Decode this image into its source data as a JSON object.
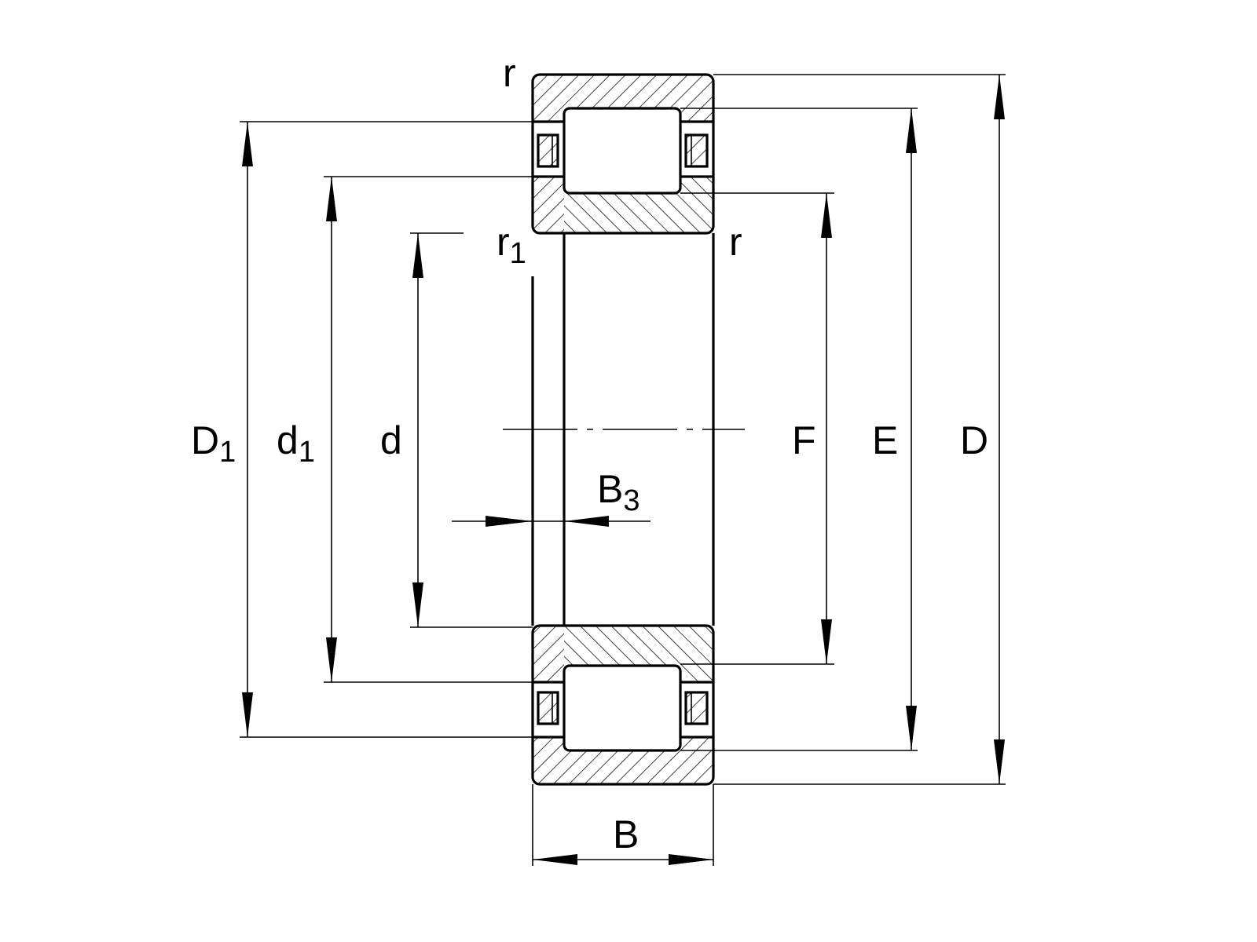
{
  "title": "Cylindrical roller bearing with angle ring - dimension drawing",
  "colors": {
    "line": "#000000",
    "background": "#ffffff"
  },
  "labels": {
    "r_top": "r",
    "r1": {
      "main": "r",
      "sub": "1"
    },
    "r_right": "r",
    "D1": {
      "main": "D",
      "sub": "1"
    },
    "d1": {
      "main": "d",
      "sub": "1"
    },
    "d": "d",
    "F": "F",
    "E": "E",
    "D": "D",
    "B3": {
      "main": "B",
      "sub": "3"
    },
    "B": "B"
  }
}
